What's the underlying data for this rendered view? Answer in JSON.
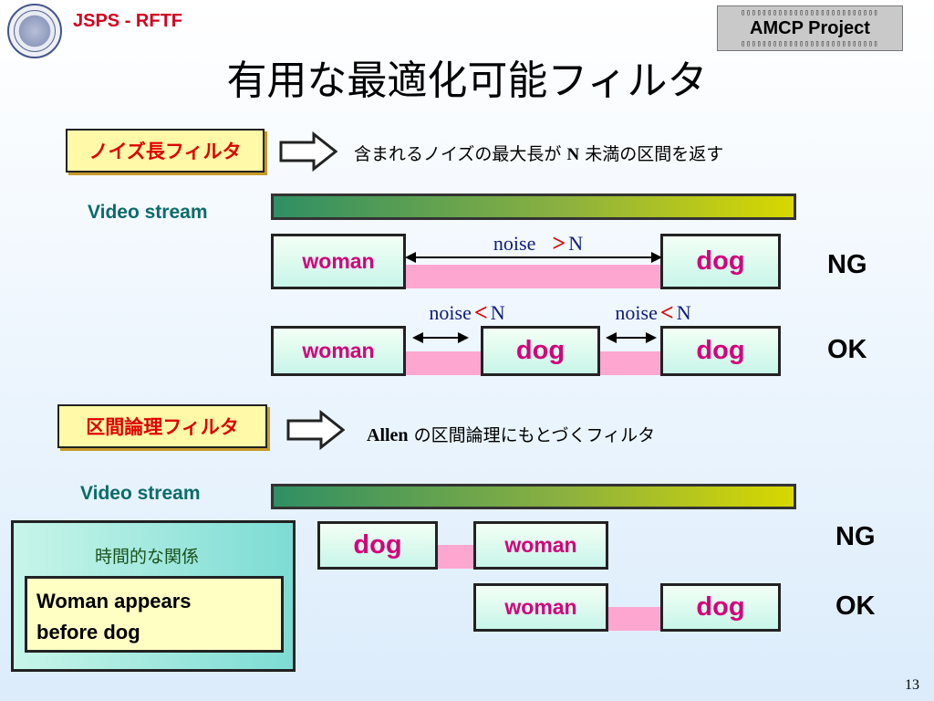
{
  "header": {
    "brand": "JSPS - RFTF",
    "project_dots_top": "▯▯▯▯▯▯▯▯▯▯▯▯▯▯▯▯▯▯▯▯▯▯▯▯▯▯",
    "project_name": "AMCP Project",
    "project_dots_bottom": "▯▯▯▯▯▯▯▯▯▯▯▯▯▯▯▯▯▯▯▯▯▯▯▯▯▯",
    "title": "有用な最適化可能フィルタ"
  },
  "filter1": {
    "label": "ノイズ長フィルタ",
    "desc_before": "含まれるノイズの最大長が",
    "desc_n": "N",
    "desc_after": "未満の区間を返す",
    "stream_label": "Video stream",
    "row1": {
      "seg1": "woman",
      "seg2": "dog",
      "noise_word": "noise",
      "noise_rel": ">",
      "noise_n": "N",
      "verdict": "NG"
    },
    "row2": {
      "seg1": "woman",
      "seg2": "dog",
      "seg3": "dog",
      "noise1_word": "noise",
      "noise1_rel": "<",
      "noise1_n": "N",
      "noise2_word": "noise",
      "noise2_rel": "<",
      "noise2_n": "N",
      "verdict": "OK"
    }
  },
  "filter2": {
    "label": "区間論理フィルタ",
    "desc_allen": "Allen",
    "desc_rest": "の区間論理にもとづくフィルタ",
    "stream_label": "Video stream",
    "relation_title": "時間的な関係",
    "relation_text_line1": "Woman appears",
    "relation_text_line2": "before dog",
    "row1": {
      "seg1": "dog",
      "seg2": "woman",
      "verdict": "NG"
    },
    "row2": {
      "seg1": "woman",
      "seg2": "dog",
      "verdict": "OK"
    }
  },
  "page_number": "13",
  "colors": {
    "brand_red": "#d1001f",
    "segment_text": "#d4007a",
    "gap_pink": "#fca6d0",
    "filter_label_bg": "#fff9a8",
    "stream_label": "#0b6b6b"
  },
  "icons": {
    "arrow": "right-arrow-icon",
    "double_arrow": "double-arrow-icon"
  }
}
